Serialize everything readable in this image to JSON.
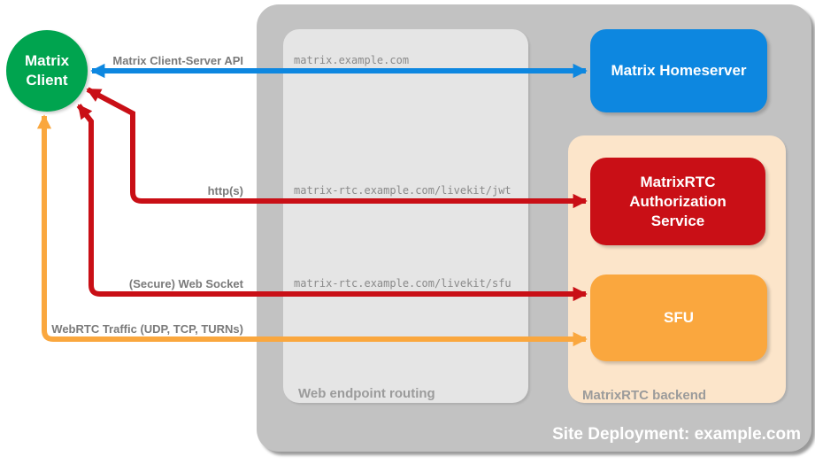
{
  "colors": {
    "green": "#00A44F",
    "blue": "#0D87E0",
    "red": "#C90F16",
    "orange": "#FAA73E",
    "peach": "#FCE5CA",
    "frame_gray": "#C2C2C2",
    "panel_gray": "#E5E5E5",
    "url_text": "#8A8A8A",
    "arrow_label": "#7A7A7A",
    "section_label": "#9B9B9B",
    "node_text": "#FFFFFF"
  },
  "client": {
    "label": "Matrix Client"
  },
  "site_deployment": {
    "label": "Site Deployment: example.com"
  },
  "web_endpoint_routing": {
    "label": "Web endpoint routing",
    "endpoints": [
      "matrix.example.com",
      "matrix-rtc.example.com/livekit/jwt",
      "matrix-rtc.example.com/livekit/sfu"
    ]
  },
  "matrixrtc_backend": {
    "label": "MatrixRTC backend"
  },
  "nodes": {
    "homeserver": {
      "label": "Matrix Homeserver"
    },
    "auth_service": {
      "label": "MatrixRTC Authorization Service"
    },
    "sfu": {
      "label": "SFU"
    }
  },
  "connections": [
    {
      "label": "Matrix Client-Server API",
      "color": "blue",
      "from": "Matrix Client",
      "to": "Matrix Homeserver",
      "bidirectional": true
    },
    {
      "label": "http(s)",
      "color": "red",
      "from": "Matrix Client",
      "to": "MatrixRTC Authorization Service",
      "bidirectional": true
    },
    {
      "label": "(Secure) Web Socket",
      "color": "red",
      "from": "Matrix Client",
      "to": "SFU",
      "bidirectional": true
    },
    {
      "label": "WebRTC Traffic (UDP, TCP, TURNs)",
      "color": "orange",
      "from": "Matrix Client",
      "to": "SFU",
      "bidirectional": true
    }
  ]
}
